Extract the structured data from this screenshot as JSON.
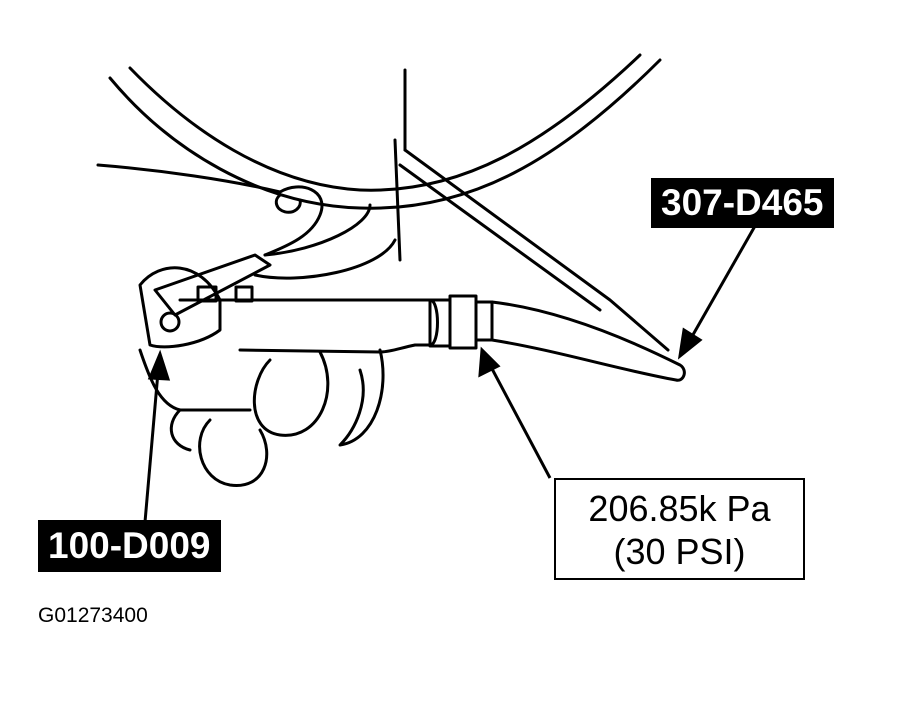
{
  "callouts": {
    "tool_top": "307-D465",
    "tool_left": "100-D009",
    "pressure_line1": "206.85k Pa",
    "pressure_line2": "(30 PSI)"
  },
  "figure_id": "G01273400",
  "colors": {
    "ink": "#000000",
    "paper": "#ffffff"
  }
}
